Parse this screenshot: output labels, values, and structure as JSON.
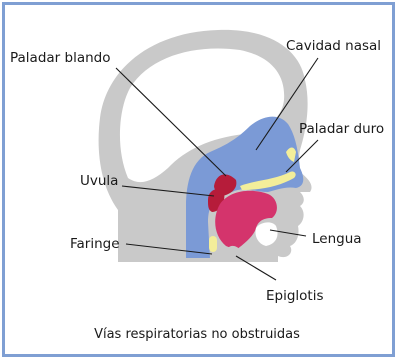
{
  "labels": {
    "paladar_blando": "Paladar blando",
    "cavidad_nasal": "Cavidad nasal",
    "paladar_duro": "Paladar duro",
    "uvula": "Uvula",
    "lengua": "Lengua",
    "faringe": "Faringe",
    "epiglotis": "Epiglotis"
  },
  "caption": "Vías respiratorias no obstruidas",
  "colors": {
    "border": "#7f9fd3",
    "head": "#c9c9c9",
    "skull_cavity": "#ffffff",
    "airway": "#7b9ad6",
    "tongue": "#d4346c",
    "soft_palate": "#b61c3a",
    "bone": "#f3ee9a"
  }
}
